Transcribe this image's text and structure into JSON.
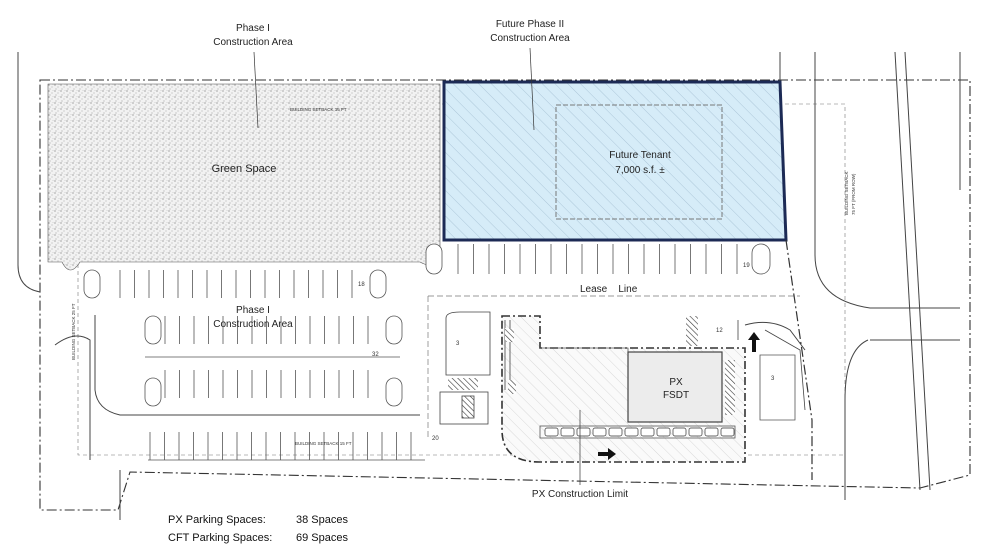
{
  "labels": {
    "phase1_top": [
      "Phase I",
      "Construction Area"
    ],
    "phase2": [
      "Future Phase II",
      "Construction Area"
    ],
    "green_space": "Green Space",
    "future_tenant": [
      "Future Tenant",
      "7,000 s.f. ±"
    ],
    "phase1_mid": [
      "Phase I",
      "Construction Area"
    ],
    "lease_line": "Lease    Line",
    "px_fsdt": [
      "PX",
      "FSDT"
    ],
    "px_limit": "PX Construction Limit",
    "setback_top": "BUILDING SETBACK 15 FT",
    "setback_bottom": "BUILDING SETBACK 15 FT",
    "setback_left": "BUILDING SETBACK 25 FT",
    "setback_right": [
      "BUILDING SETBACK",
      "75 FT (FROM ROW)"
    ]
  },
  "stall_counts": {
    "top_right": "19",
    "top_left": "18",
    "mid": "32",
    "bottom": "20",
    "small_a": "3",
    "small_b": "12",
    "small_c": "3"
  },
  "legend": [
    {
      "label": "PX Parking Spaces:",
      "value": "38 Spaces"
    },
    {
      "label": "CFT Parking Spaces:",
      "value": "69 Spaces"
    }
  ],
  "colors": {
    "phase2_fill": "#d6ecf8",
    "phase2_border": "#1c2a55",
    "line": "#333333"
  }
}
